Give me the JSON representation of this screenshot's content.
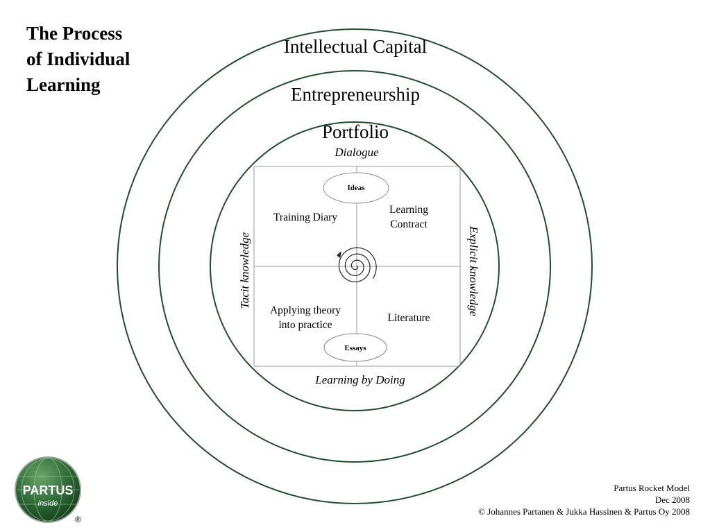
{
  "title": {
    "lines": [
      "The Process",
      "of Individual",
      "Learning"
    ]
  },
  "rings": {
    "outer_label": "Intellectual Capital",
    "middle_label": "Entrepreneurship",
    "inner_label": "Portfolio"
  },
  "axes": {
    "top": "Dialogue",
    "bottom": "Learning by Doing",
    "left": "Tacit knowledge",
    "right": "Explicit knowledge"
  },
  "quadrants": {
    "top_left": "Training Diary",
    "top_right": [
      "Learning",
      "Contract"
    ],
    "bottom_left": [
      "Applying theory",
      "into practice"
    ],
    "bottom_right": "Literature"
  },
  "ovals": {
    "top": "Ideas",
    "bottom": "Essays"
  },
  "logo": {
    "text": "PARTUS",
    "subtext": "inside",
    "registered": "®"
  },
  "credits": {
    "line1": "Partus Rocket Model",
    "line2": "Dec 2008",
    "line3": "© Johannes Partanen & Jukka Hassinen & Partus Oy 2008"
  },
  "colors": {
    "ring": "#1f4e2c",
    "grid": "#999999",
    "logo_green": "#2f6b38"
  }
}
